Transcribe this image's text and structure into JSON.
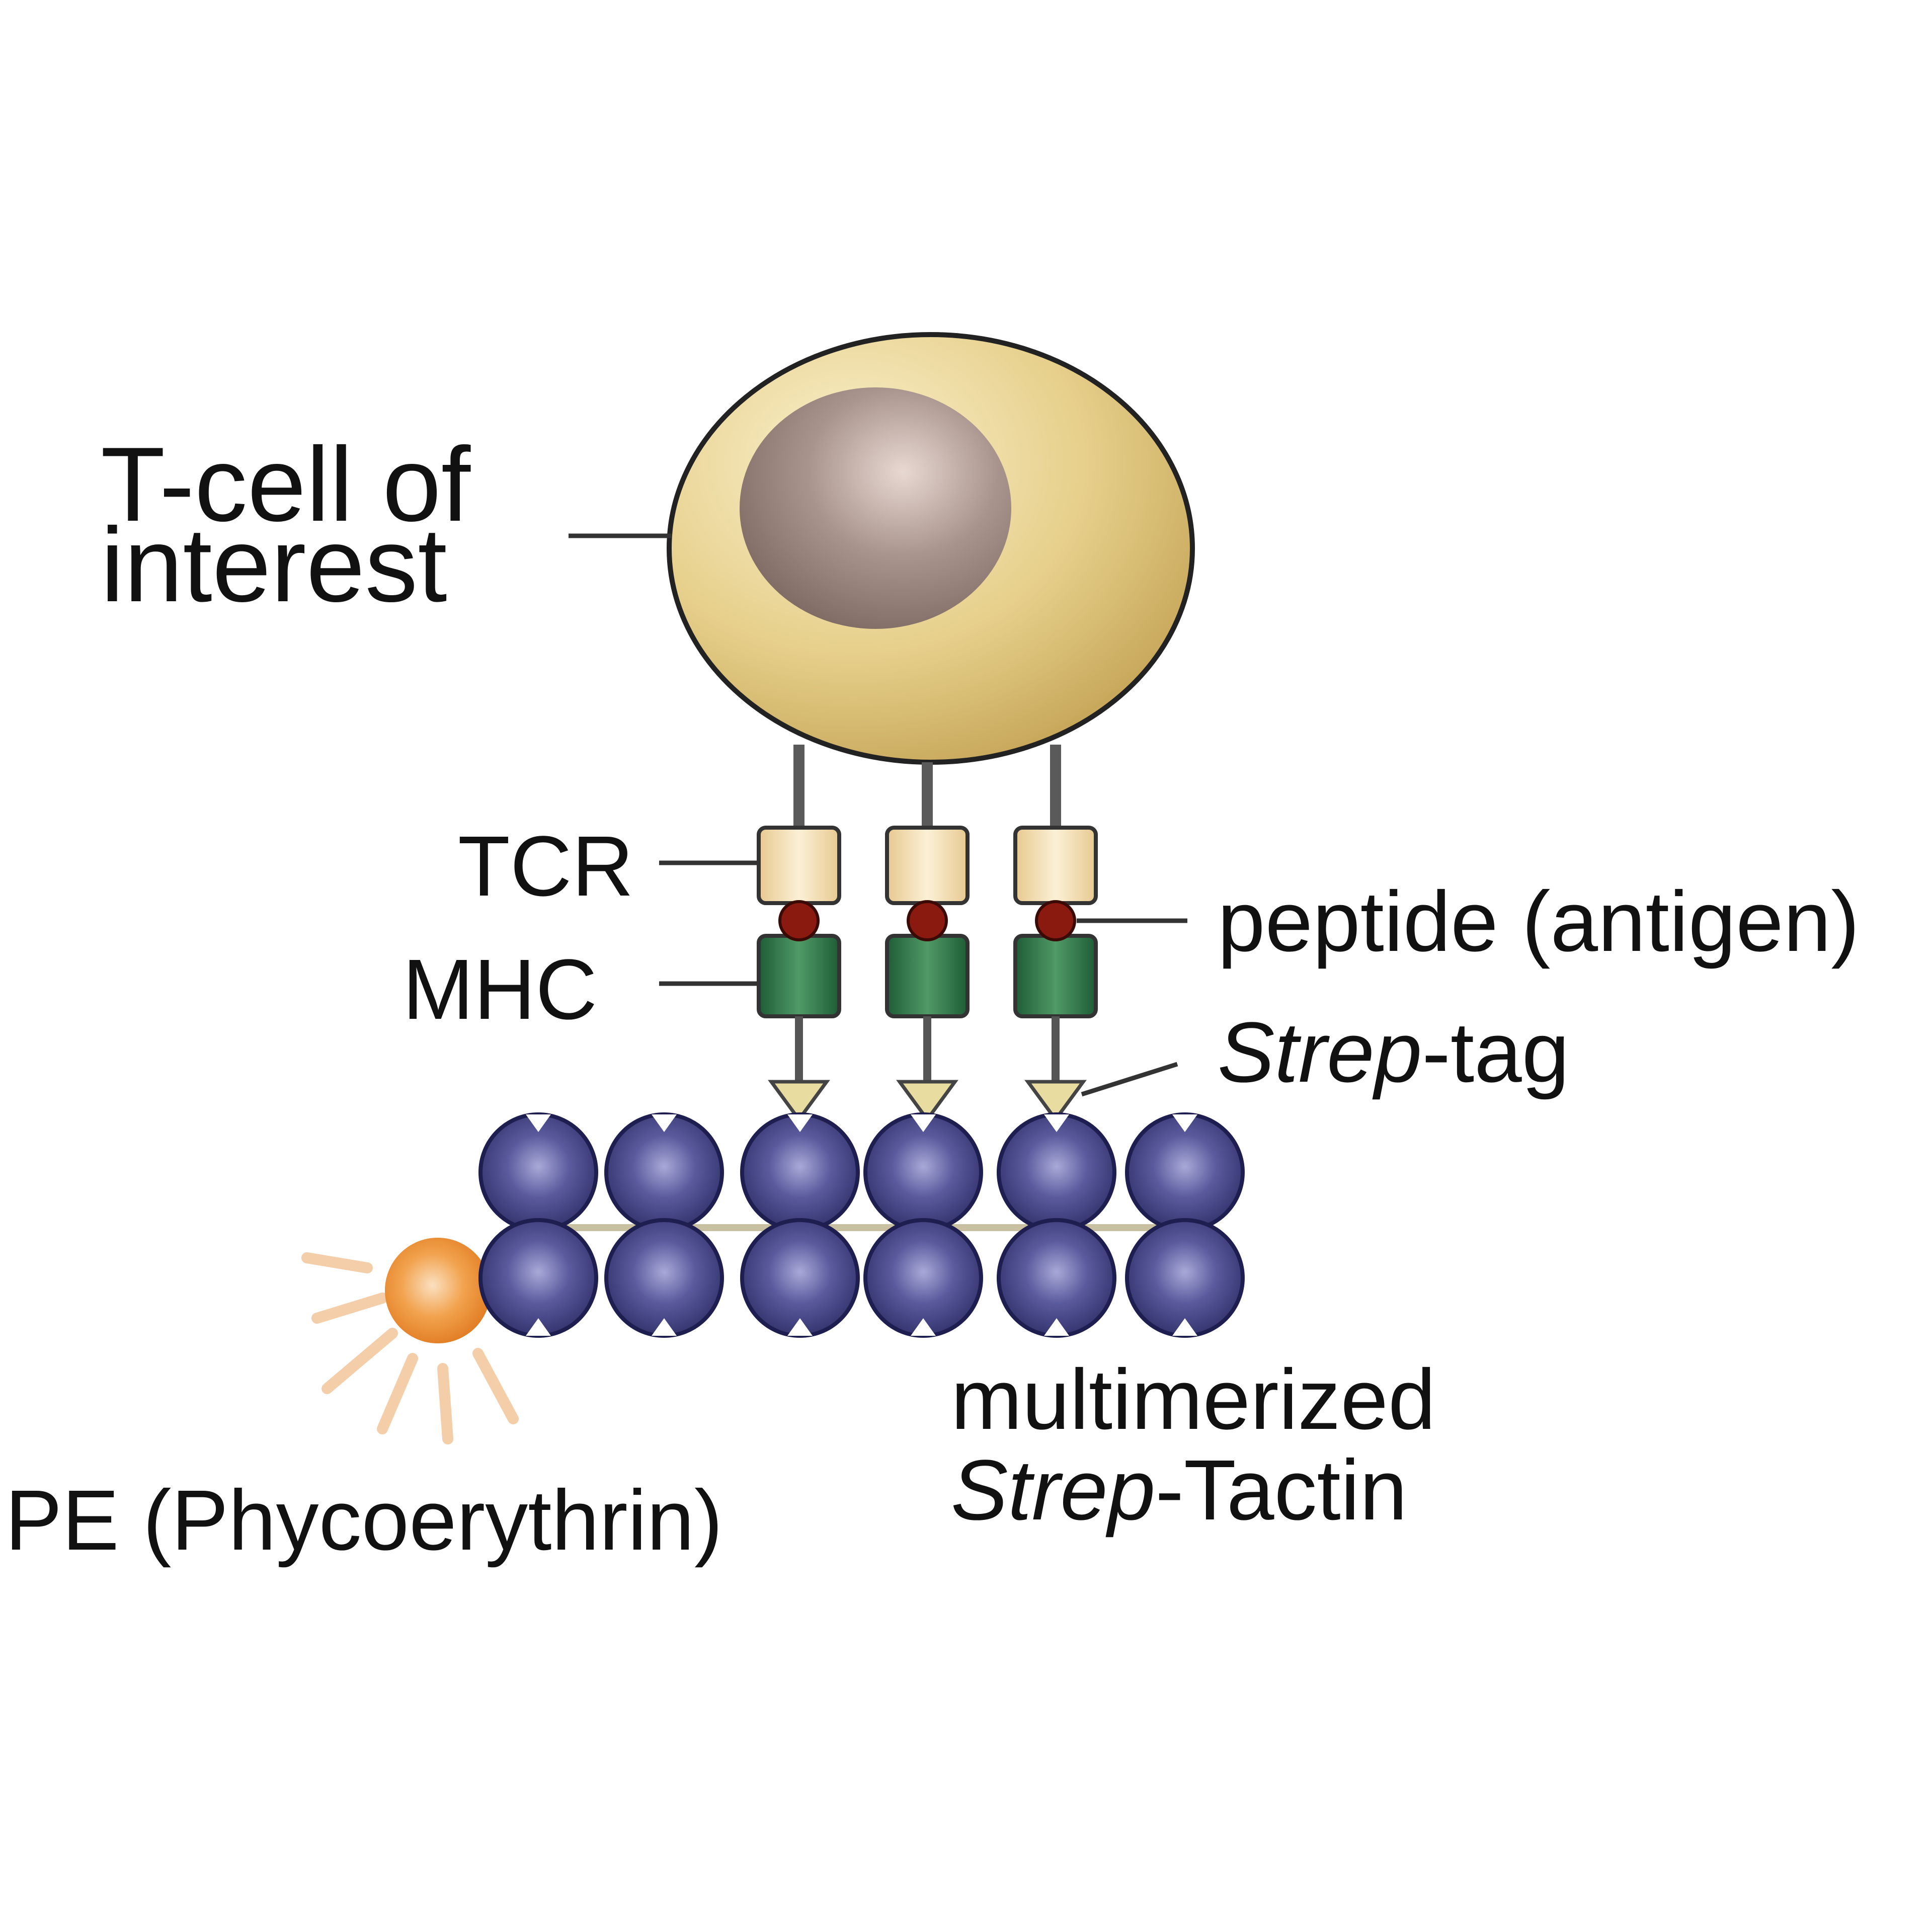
{
  "labels": {
    "tcell_line1": "T-cell of",
    "tcell_line2": "interest",
    "tcr": "TCR",
    "mhc": "MHC",
    "peptide": "peptide (antigen)",
    "strep_tag_italic": "Strep",
    "strep_tag_rest": "-tag",
    "multimer_line1": "multimerized",
    "multimer_line2_italic": "Strep",
    "multimer_line2_rest": "-Tactin",
    "pe": "PE (Phycoerythrin)"
  },
  "colors": {
    "cell_body": "#e6cf8a",
    "nucleus": "#9a8780",
    "tcr": "#f3e0b5",
    "peptide": "#8a1a10",
    "mhc": "#2f7a4a",
    "strep_tag": "#e9dca0",
    "streptactin": "#4a4a8a",
    "pe": "#f0a050",
    "stalk": "#666666",
    "text": "#111111"
  }
}
